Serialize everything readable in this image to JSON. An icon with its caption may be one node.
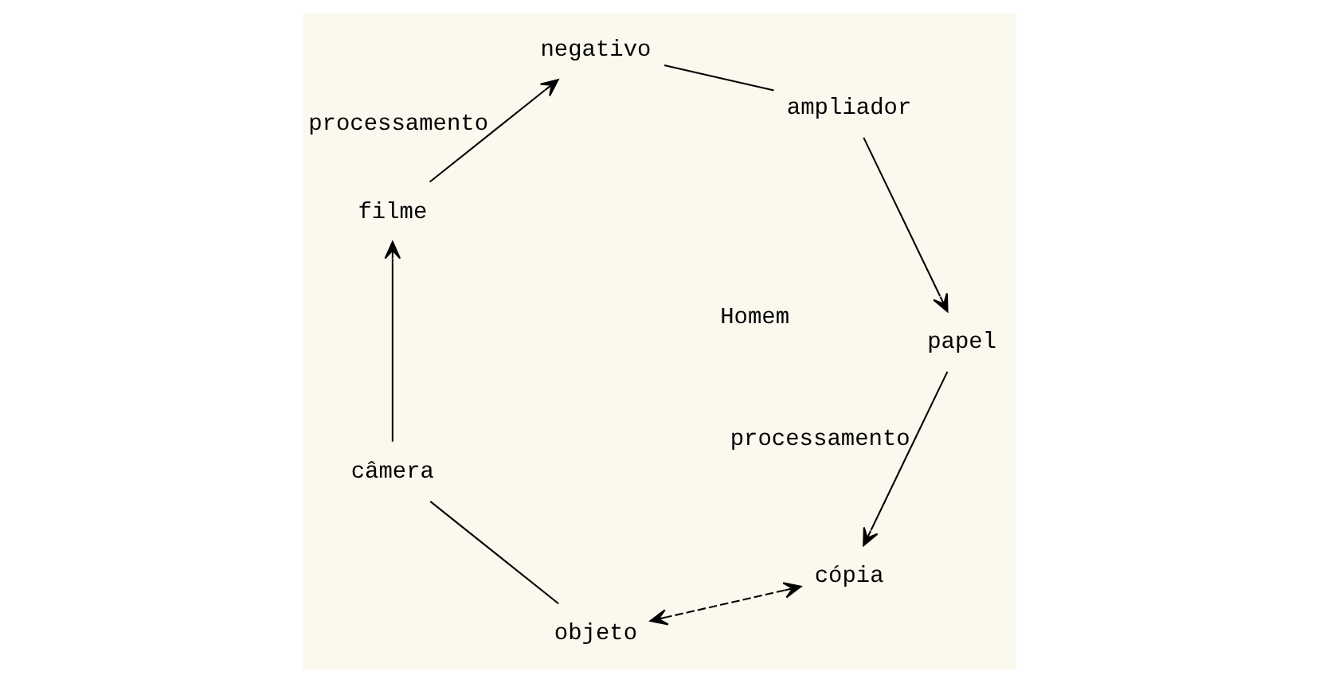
{
  "diagram": {
    "nodes": [
      {
        "text": [
          "cópia"
        ]
      },
      {
        "text": [
          "objeto"
        ]
      },
      {
        "text": [
          "câmera"
        ]
      },
      {
        "text": [
          "filme"
        ]
      },
      {
        "text": [
          "negativo"
        ]
      },
      {
        "text": [
          "ampliador"
        ]
      },
      {
        "text": [
          "papel"
        ]
      }
    ],
    "edges": [
      {
        "from": 0,
        "to": 1,
        "arrow": "both",
        "style": "dashed"
      },
      {
        "from": 1,
        "to": 2,
        "arrow": "none"
      },
      {
        "from": 2,
        "to": 3,
        "arrow": "to"
      },
      {
        "from": 3,
        "to": 4,
        "arrow": "to",
        "label": "processamento"
      },
      {
        "from": 4,
        "to": 5,
        "arrow": "none"
      },
      {
        "from": 5,
        "to": 6,
        "arrow": "to"
      },
      {
        "from": 6,
        "to": 0,
        "arrow": "to",
        "label": "processamento"
      }
    ],
    "labels": [
      "Homem"
    ]
  }
}
